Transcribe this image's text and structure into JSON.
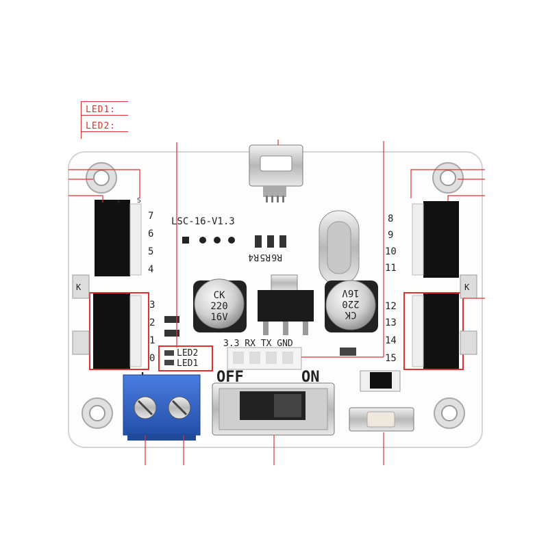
{
  "callout": {
    "led1": "LED1:",
    "led2": "LED2:"
  },
  "board": {
    "model": "LSC-16-V1.3",
    "resistors": [
      "R6",
      "R5",
      "R4"
    ],
    "uart_header_label": "3.3 RX TX GND",
    "led_labels": [
      "LED2",
      "LED1"
    ],
    "power_labels": {
      "plus": "+",
      "minus": "-"
    },
    "switch_labels": {
      "off": "OFF",
      "on": "ON"
    },
    "capacitor_left": [
      "CK",
      "220",
      "16V"
    ],
    "capacitor_right": [
      "CK",
      "220",
      "16V"
    ],
    "channels_left_top": [
      "7",
      "6",
      "5",
      "4"
    ],
    "channels_left_bottom": [
      "3",
      "2",
      "1",
      "0"
    ],
    "channels_right_top": [
      "8",
      "9",
      "10",
      "11"
    ],
    "channels_right_bottom": [
      "12",
      "13",
      "14",
      "15"
    ],
    "header_pin_marks": [
      "-",
      "+",
      "S"
    ],
    "diode_marks": [
      "K",
      "K"
    ]
  },
  "colors": {
    "board": "#fdfdfd",
    "callout_red": "#e03030",
    "terminal_blue": "#2f62c8",
    "header_black": "#111111"
  }
}
